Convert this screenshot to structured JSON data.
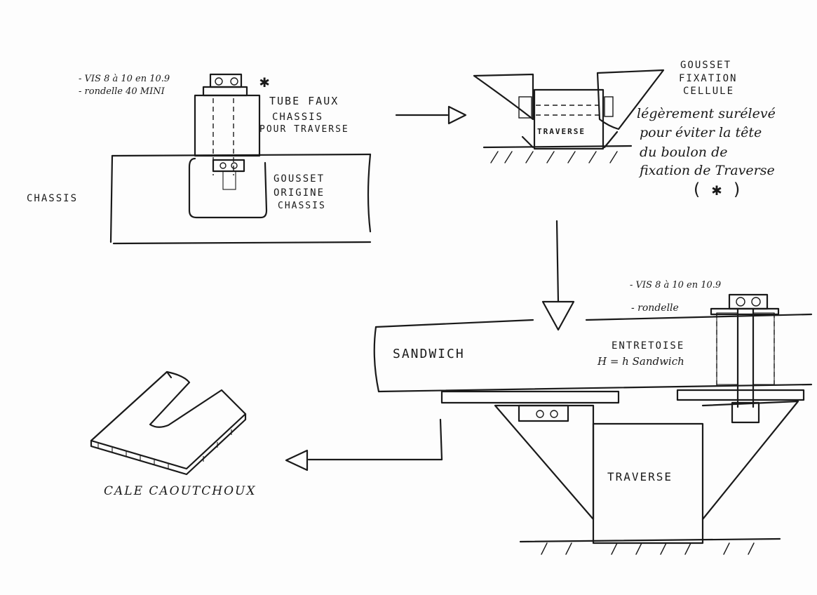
{
  "labels": {
    "vis1": "- VIS  8 à 10 en 10.9",
    "rondelle1": "- rondelle 40 MINI",
    "asterisk1": "✱",
    "tube1": "TUBE FAUX",
    "tube2": "CHASSIS",
    "tube3": "POUR TRAVERSE",
    "chassis": "CHASSIS",
    "gousset_orig1": "GOUSSET",
    "gousset_orig2": "ORIGINE",
    "gousset_orig3": "CHASSIS",
    "gousset_fix1": "GOUSSET",
    "gousset_fix2": "FIXATION",
    "gousset_fix3": "CELLULE",
    "note1": "légèrement surélevé",
    "note2": "pour éviter la tête",
    "note3": "du boulon de",
    "note4": "fixation de Traverse",
    "note5": "( ✱ )",
    "traverse_small": "TRAVERSE",
    "vis2": "- VIS 8 à 10 en 10.9",
    "rondelle2": "- rondelle",
    "sandwich": "SANDWICH",
    "entretoise1": "ENTRETOISE",
    "entretoise2": "H = h Sandwich",
    "traverse_big": "TRAVERSE",
    "cale": "CALE CAOUTCHOUX"
  }
}
